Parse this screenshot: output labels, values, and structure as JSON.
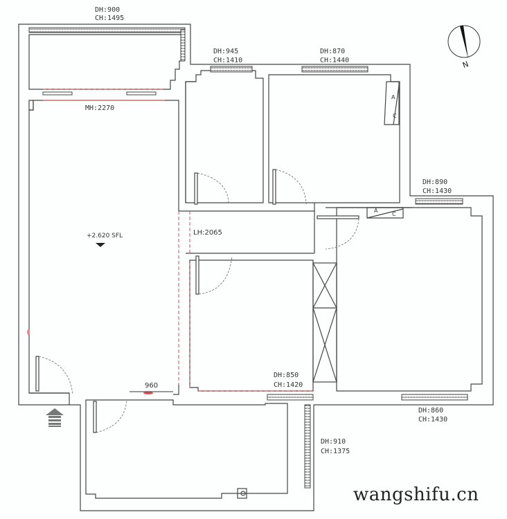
{
  "plan": {
    "type": "apartment floor plan",
    "colors": {
      "wall": "#444444",
      "window": "#666666",
      "dashed_boundary": "#d9534f",
      "background": "#fdfefe"
    },
    "labels": {
      "top_balcony_window": {
        "dh": "DH:900",
        "ch": "CH:1495"
      },
      "bedroom_small_window": {
        "dh": "DH:945",
        "ch": "CH:1410"
      },
      "bedroom_mid_window": {
        "dh": "DH:870",
        "ch": "CH:1440"
      },
      "master_north_window": {
        "dh": "DH:890",
        "ch": "CH:1430"
      },
      "study_window": {
        "dh": "DH:850",
        "ch": "CH:1420"
      },
      "master_south_window": {
        "dh": "DH:860",
        "ch": "CH:1430"
      },
      "balcony_side_window": {
        "dh": "DH:910",
        "ch": "CH:1375"
      },
      "living_opening": "MH:2270",
      "corridor_opening": "LH:2065",
      "floor_level": "+2.620 SFL",
      "entry_dimension": "960",
      "ac_labels": {
        "a": "A",
        "c": "C"
      }
    },
    "compass": {
      "label": "N"
    },
    "entry_marker": "entry-arrow"
  },
  "watermark": "wangshifu.cn"
}
